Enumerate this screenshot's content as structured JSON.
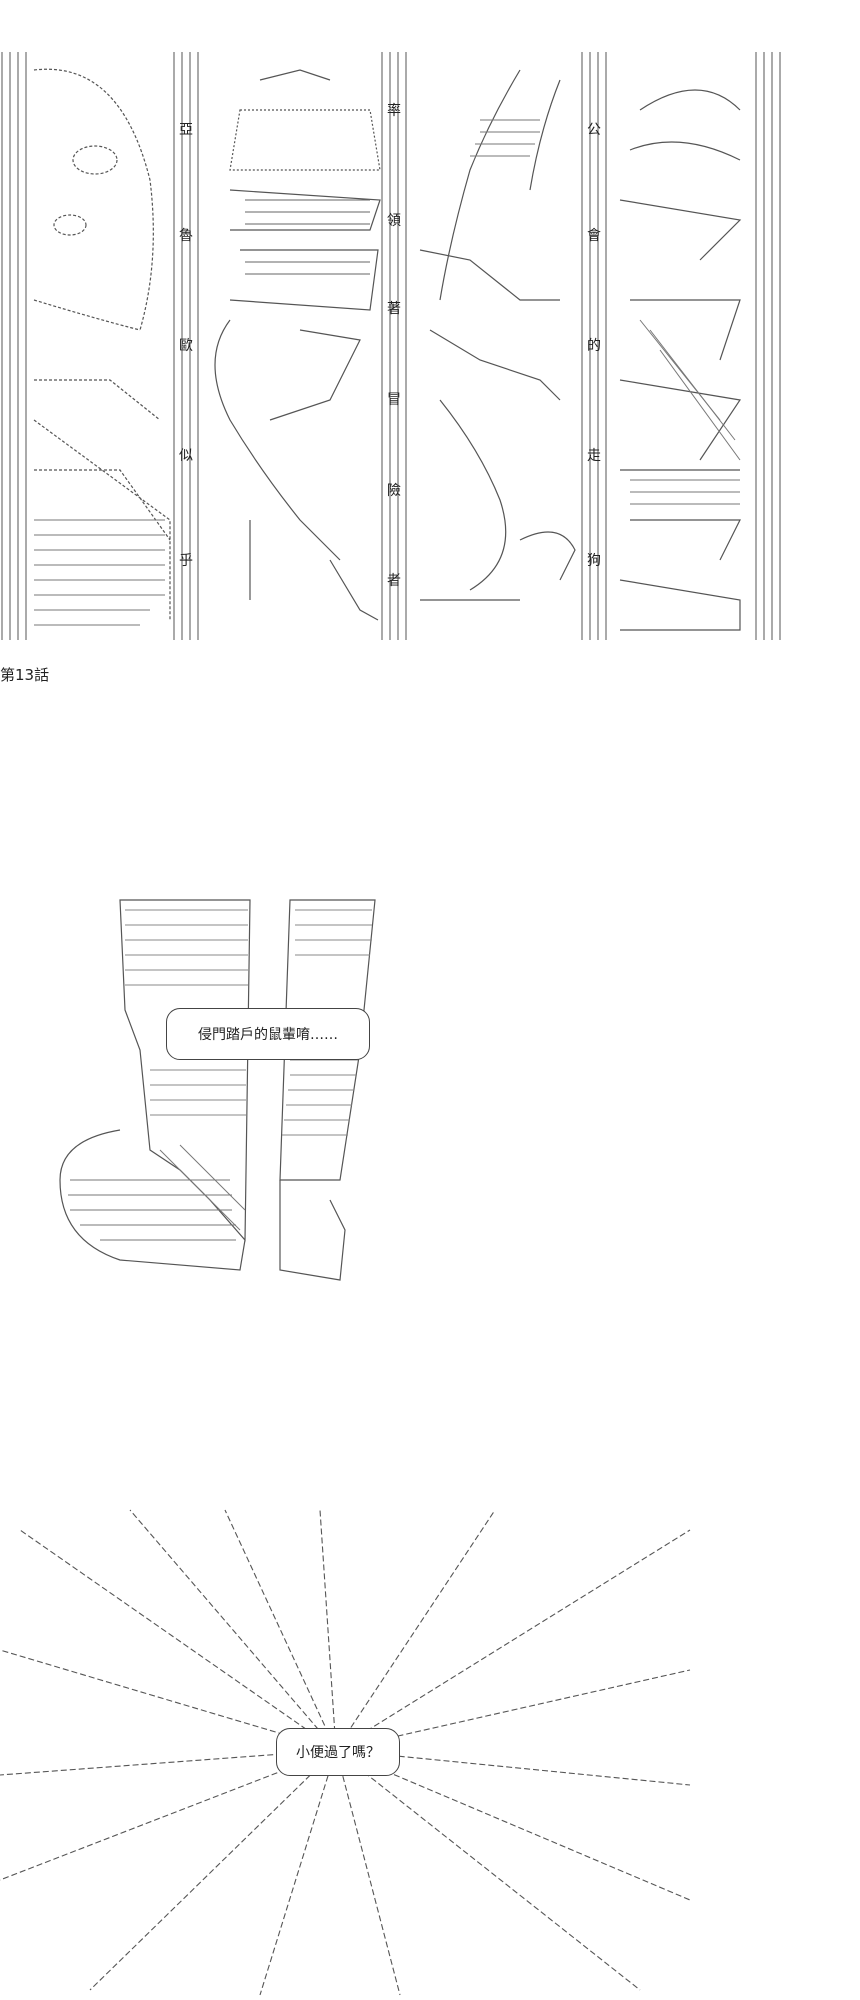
{
  "chapter_label": "第13話",
  "title_characters": {
    "column_1": [
      "亞",
      "魯"
    ],
    "column_2": [
      "歐",
      "似",
      "乎"
    ],
    "column_3": [
      "率",
      "領",
      "著",
      "冒",
      "險",
      "者"
    ],
    "column_4": [
      "公",
      "會",
      "的",
      "走",
      "狗"
    ]
  },
  "panel2": {
    "speech": "侵門踏戶的鼠輩唷……"
  },
  "panel3": {
    "speech": "小便過了嗎？"
  },
  "colors": {
    "background": "#ffffff",
    "ink": "#333333"
  }
}
